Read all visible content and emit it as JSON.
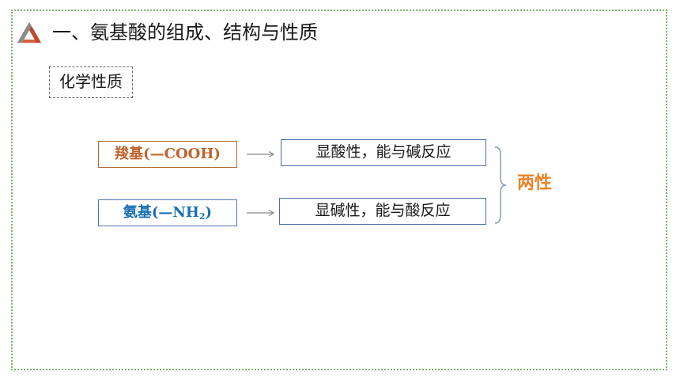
{
  "title": "一、氨基酸的组成、结构与性质",
  "section": "化学性质",
  "carboxyl": {
    "name": "羧基",
    "formula": "(—COOH)",
    "property": "显酸性，能与碱反应"
  },
  "amino": {
    "name": "氨基",
    "formula_prefix": "(—NH",
    "formula_sub": "2",
    "formula_suffix": ")",
    "property": "显碱性，能与酸反应"
  },
  "result": "两性",
  "colors": {
    "carboxyl": "#c0622a",
    "amino": "#1a6fb5",
    "result": "#e8852b",
    "frame": "#7fb36a"
  },
  "icons": {
    "logo": "impossible-triangle-icon"
  }
}
